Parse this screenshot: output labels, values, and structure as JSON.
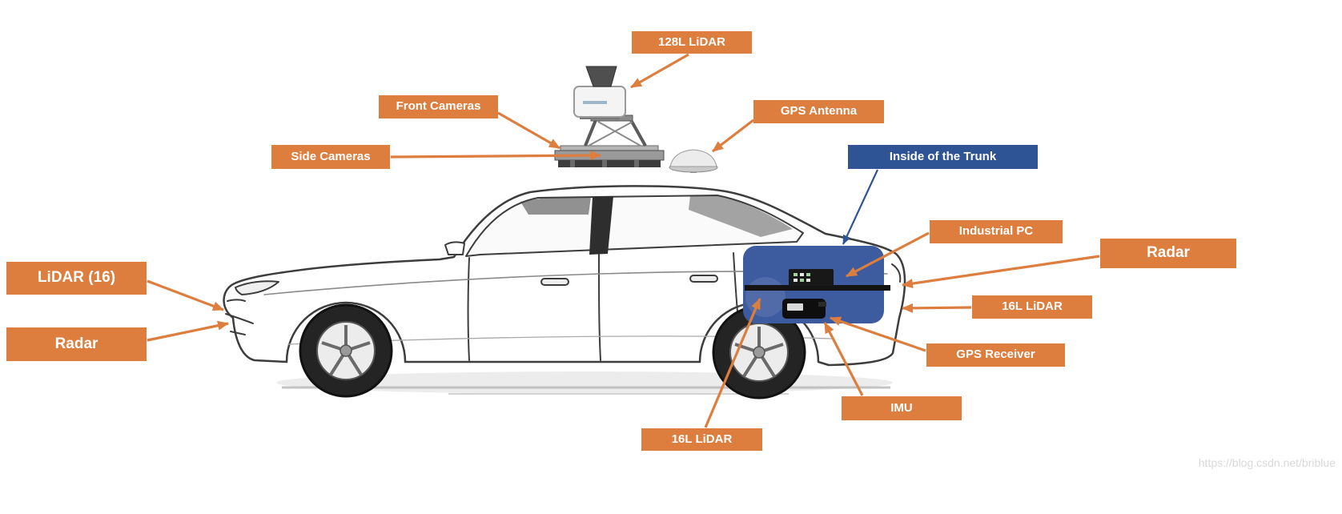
{
  "colors": {
    "accent_orange": "#DD7E3E",
    "trunk_label_blue": "#2F5496",
    "trunk_fill_blue": "#3D5B9F"
  },
  "labels": {
    "lidar_128l": "128L LiDAR",
    "front_cameras": "Front Cameras",
    "side_cameras": "Side Cameras",
    "gps_antenna": "GPS Antenna",
    "inside_trunk": "Inside of the Trunk",
    "industrial_pc": "Industrial PC",
    "radar_right": "Radar",
    "lidar_16l_right": "16L LiDAR",
    "gps_receiver": "GPS Receiver",
    "imu": "IMU",
    "lidar_16l_bottom": "16L LiDAR",
    "lidar_16_left": "LiDAR (16)",
    "radar_left": "Radar"
  },
  "watermark": "https://blog.csdn.net/briblue"
}
